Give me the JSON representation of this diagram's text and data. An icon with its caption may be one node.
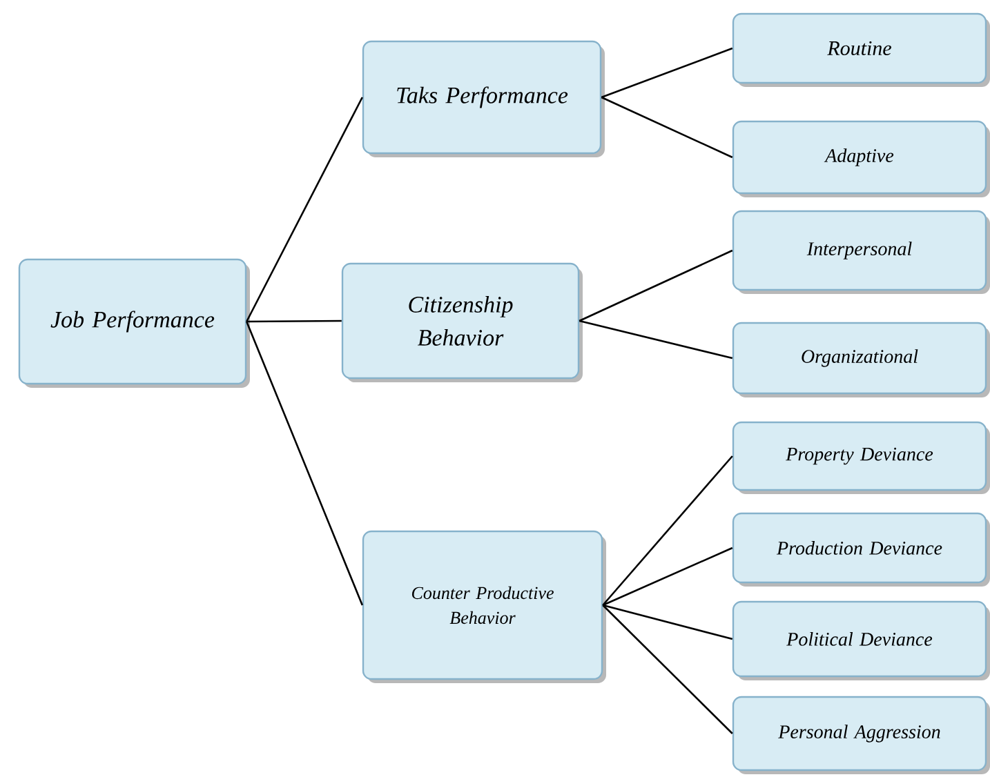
{
  "diagram": {
    "nodes": [
      {
        "text": [
          "Job Performance"
        ]
      },
      {
        "text": [
          "Taks Performance"
        ]
      },
      {
        "text": [
          "Citizenship Behavior"
        ]
      },
      {
        "text": [
          "Counter Productive Behavior"
        ]
      },
      {
        "text": [
          "Routine"
        ]
      },
      {
        "text": [
          "Adaptive"
        ]
      },
      {
        "text": [
          "Interpersonal"
        ]
      },
      {
        "text": [
          "Organizational"
        ]
      },
      {
        "text": [
          "Property Deviance"
        ]
      },
      {
        "text": [
          "Production Deviance"
        ]
      },
      {
        "text": [
          "Political Deviance"
        ]
      },
      {
        "text": [
          "Personal Aggression"
        ]
      }
    ],
    "edges": [
      {
        "from": 0,
        "to": 1,
        "arrow": "none"
      },
      {
        "from": 0,
        "to": 2,
        "arrow": "none"
      },
      {
        "from": 0,
        "to": 3,
        "arrow": "none"
      },
      {
        "from": 1,
        "to": 4,
        "arrow": "none"
      },
      {
        "from": 1,
        "to": 5,
        "arrow": "none"
      },
      {
        "from": 2,
        "to": 6,
        "arrow": "none"
      },
      {
        "from": 2,
        "to": 7,
        "arrow": "none"
      },
      {
        "from": 3,
        "to": 8,
        "arrow": "none"
      },
      {
        "from": 3,
        "to": 9,
        "arrow": "none"
      },
      {
        "from": 3,
        "to": 10,
        "arrow": "none"
      },
      {
        "from": 3,
        "to": 11,
        "arrow": "none"
      }
    ]
  }
}
